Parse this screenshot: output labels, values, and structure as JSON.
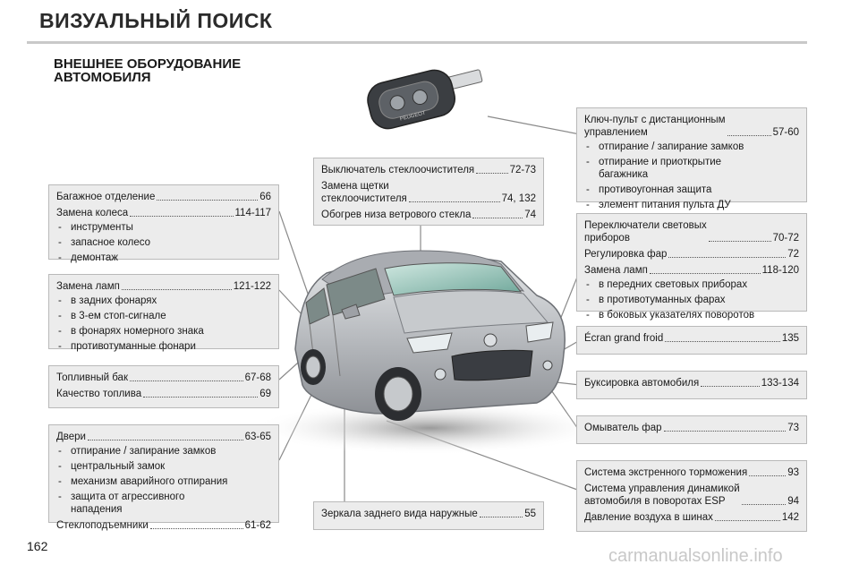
{
  "header": {
    "title": "ВИЗУАЛЬНЫЙ ПОИСК"
  },
  "section": {
    "title": "ВНЕШНЕЕ ОБОРУДОВАНИЕ\nАВТОМОБИЛЯ"
  },
  "page_number": "162",
  "watermark": "carmanualsonline.info",
  "key_badge": "PEUGEOT",
  "boxes": {
    "trunk": {
      "e1": {
        "label": "Багажное отделение",
        "page": "66"
      },
      "e2": {
        "label": "Замена колеса",
        "page": "114-117"
      },
      "subs": [
        "инструменты",
        "запасное колесо",
        "демонтаж"
      ]
    },
    "lamps_rear": {
      "e1": {
        "label": "Замена ламп",
        "page": "121-122"
      },
      "subs": [
        "в задних фонарях",
        "в 3-ем стоп-сигнале",
        "в фонарях номерного знака",
        "противотуманные фонари"
      ]
    },
    "fuel": {
      "e1": {
        "label": "Топливный бак",
        "page": "67-68"
      },
      "e2": {
        "label": "Качество топлива",
        "page": "69"
      }
    },
    "doors": {
      "e1": {
        "label": "Двери",
        "page": "63-65"
      },
      "subs": [
        "отпирание / запирание замков",
        "центральный замок",
        "механизм аварийного отпирания",
        "защита от агрессивного\nнападения"
      ],
      "e2": {
        "label": "Стеклоподъемники",
        "page": "61-62"
      }
    },
    "wiper": {
      "e1": {
        "label": "Выключатель стеклоочистителя",
        "page": "72-73"
      },
      "e2": {
        "label": "Замена щетки\nстеклоочистителя",
        "page": "74, 132"
      },
      "e3": {
        "label": "Обогрев низа ветрового стекла",
        "page": "74"
      }
    },
    "mirrors": {
      "e1": {
        "label": "Зеркала заднего вида наружные",
        "page": "55"
      }
    },
    "key": {
      "e1": {
        "label": "Ключ-пульт с дистанционным\nуправлением",
        "page": "57-60"
      },
      "subs": [
        "отпирание / запирание замков",
        "отпирание и приоткрытие\nбагажника",
        "противоугонная защита",
        "элемент питания пульта ДУ"
      ]
    },
    "lights": {
      "e1": {
        "label": "Переключатели световых\nприборов",
        "page": "70-72"
      },
      "e2": {
        "label": "Регулировка фар",
        "page": "72"
      },
      "e3": {
        "label": "Замена ламп",
        "page": "118-120"
      },
      "subs": [
        "в передних световых приборах",
        "в противотуманных фарах",
        "в боковых указателях поворотов"
      ]
    },
    "ecran": {
      "e1": {
        "label": "Écran grand froid",
        "page": "135"
      }
    },
    "tow": {
      "e1": {
        "label": "Буксировка автомобиля",
        "page": "133-134"
      }
    },
    "washer": {
      "e1": {
        "label": "Омыватель фар",
        "page": "73"
      }
    },
    "safety": {
      "e1": {
        "label": "Система экстренного торможения",
        "page": "93"
      },
      "e2": {
        "label": "Система управления динамикой\nавтомобиля в поворотах ESP",
        "page": "94"
      },
      "e3": {
        "label": "Давление воздуха в шинах",
        "page": "142"
      }
    }
  }
}
